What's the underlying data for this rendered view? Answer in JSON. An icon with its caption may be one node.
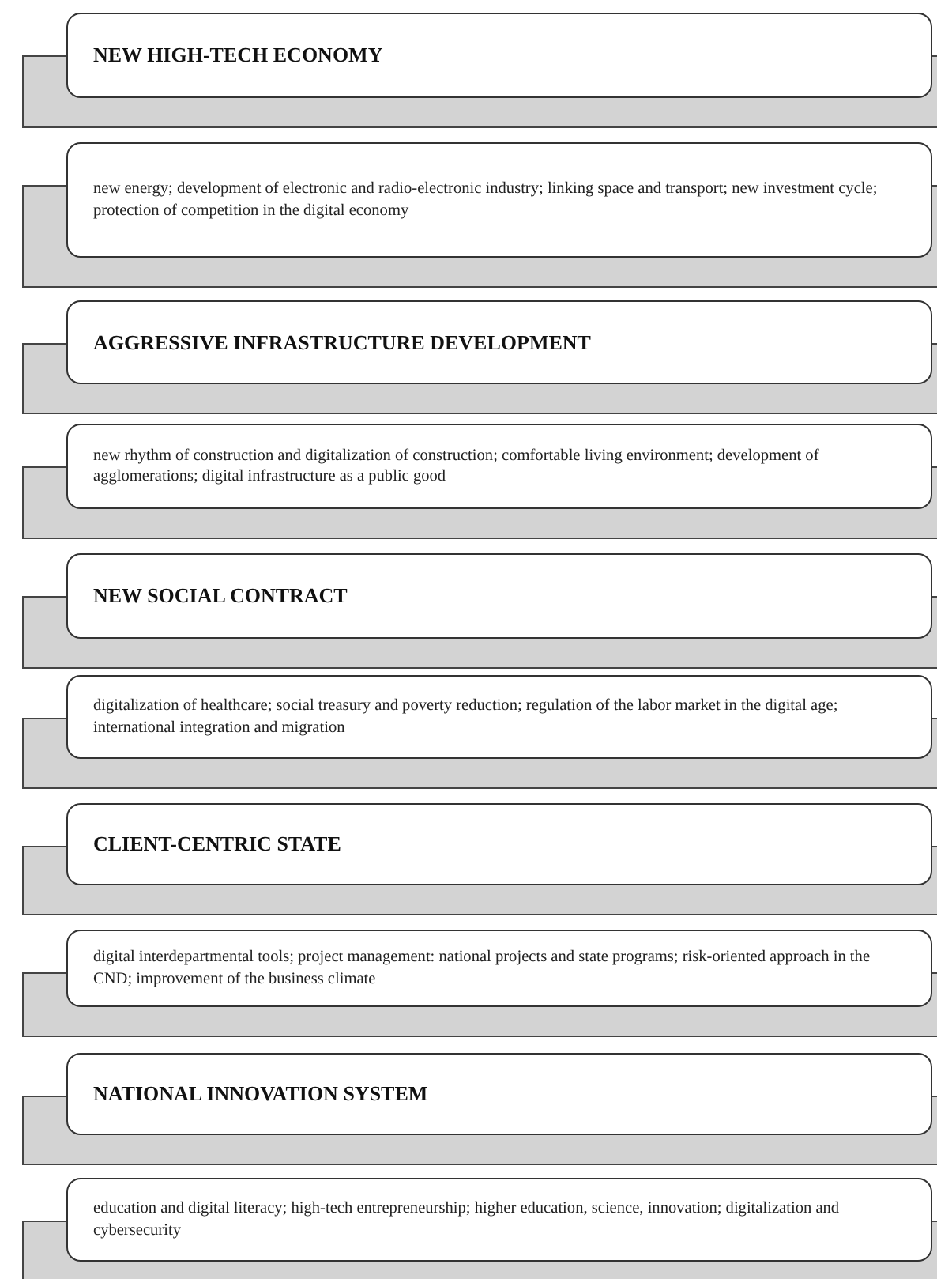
{
  "diagram": {
    "nodes": [
      {
        "text": [
          "NEW HIGH-TECH ECONOMY"
        ]
      },
      {
        "text": [
          "new energy; development of electronic and radio-electronic industry; linking space and transport; new investment cycle; protection of competition in the digital economy"
        ]
      },
      {
        "text": [
          "AGGRESSIVE INFRASTRUCTURE DEVELOPMENT"
        ]
      },
      {
        "text": [
          "new rhythm of construction and digitalization of construction; comfortable living environment; development of agglomerations; digital infrastructure as a public good"
        ]
      },
      {
        "text": [
          "NEW SOCIAL CONTRACT"
        ]
      },
      {
        "text": [
          "digitalization of healthcare; social treasury and poverty reduction; regulation of the labor market in the digital age; international integration and migration"
        ]
      },
      {
        "text": [
          "CLIENT-CENTRIC STATE"
        ]
      },
      {
        "text": [
          "digital interdepartmental tools; project management: national projects and state programs; risk-oriented approach in the CND; improvement of the business climate"
        ]
      },
      {
        "text": [
          "NATIONAL INNOVATION SYSTEM"
        ]
      },
      {
        "text": [
          "education and digital literacy; high-tech entrepreneurship; higher education, science, innovation; digitalization and cybersecurity"
        ]
      }
    ]
  }
}
